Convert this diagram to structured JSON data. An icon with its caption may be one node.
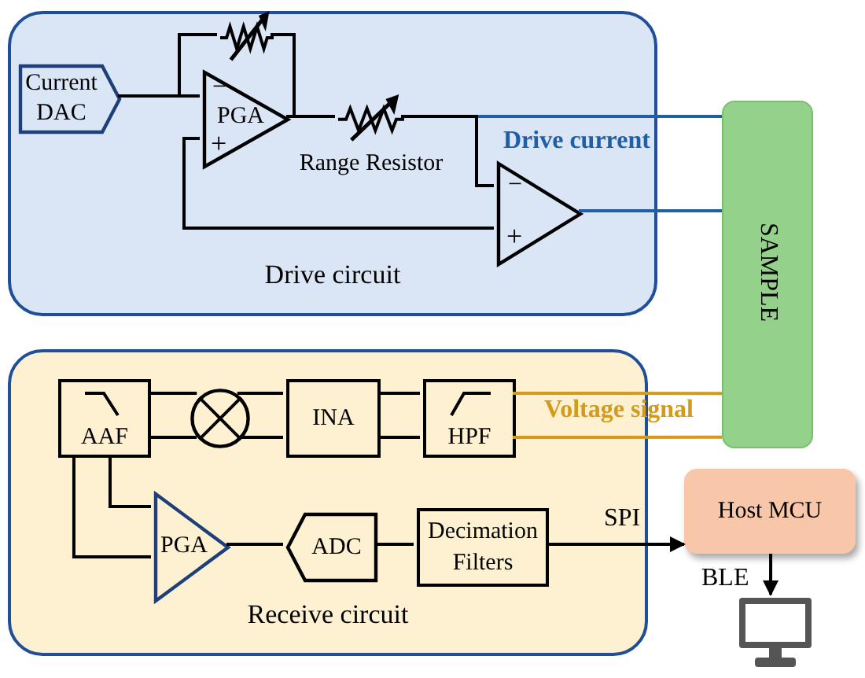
{
  "diagram": {
    "nodes": [
      {
        "text": [
          "Drive circuit"
        ]
      },
      {
        "text": [
          "Current DAC"
        ],
        "in": 0
      },
      {
        "text": [
          "−",
          "PGA",
          "+"
        ],
        "in": 0
      },
      {
        "text": [],
        "shape": "resistor",
        "in": 0
      },
      {
        "text": [],
        "shape": "resistor",
        "in": 0,
        "beside": [
          "Range Resistor"
        ]
      },
      {
        "text": [
          "−",
          "+"
        ],
        "in": 0
      },
      {
        "text": [
          "SAMPLE"
        ]
      },
      {
        "text": [
          "Receive circuit"
        ]
      },
      {
        "text": [
          "AAF"
        ],
        "in": 7
      },
      {
        "text": [],
        "shape": "circle",
        "in": 7
      },
      {
        "text": [
          "INA"
        ],
        "in": 7
      },
      {
        "text": [
          "HPF"
        ],
        "in": 7
      },
      {
        "text": [
          "PGA"
        ],
        "in": 7
      },
      {
        "text": [
          "ADC"
        ],
        "in": 7
      },
      {
        "text": [
          "Decimation Filters"
        ],
        "in": 7
      },
      {
        "text": [
          "Host MCU"
        ]
      },
      {
        "text": [],
        "shape": "monitor"
      }
    ],
    "edges": [
      {
        "from": 1,
        "to": 2,
        "arrow": "none"
      },
      {
        "from": 2,
        "to": 3,
        "arrow": "none"
      },
      {
        "from": 3,
        "to": 2,
        "arrow": "none"
      },
      {
        "from": 2,
        "to": 4,
        "arrow": "none"
      },
      {
        "from": 4,
        "to": 5,
        "arrow": "none"
      },
      {
        "from": 2,
        "to": 5,
        "arrow": "none"
      },
      {
        "from": 4,
        "to": 6,
        "arrow": "none",
        "label": "Drive current",
        "color": "#1f5fa8"
      },
      {
        "from": 5,
        "to": 6,
        "arrow": "none",
        "color": "#1f5fa8"
      },
      {
        "from": 8,
        "to": 9,
        "arrow": "none"
      },
      {
        "from": 8,
        "to": 9,
        "arrow": "none"
      },
      {
        "from": 9,
        "to": 10,
        "arrow": "none"
      },
      {
        "from": 9,
        "to": 10,
        "arrow": "none"
      },
      {
        "from": 10,
        "to": 11,
        "arrow": "none"
      },
      {
        "from": 10,
        "to": 11,
        "arrow": "none"
      },
      {
        "from": 11,
        "to": 6,
        "arrow": "none",
        "label": "Voltage signal",
        "color": "#d49a1a"
      },
      {
        "from": 11,
        "to": 6,
        "arrow": "none",
        "color": "#d49a1a"
      },
      {
        "from": 8,
        "to": 12,
        "arrow": "none"
      },
      {
        "from": 8,
        "to": 12,
        "arrow": "none"
      },
      {
        "from": 12,
        "to": 13,
        "arrow": "none"
      },
      {
        "from": 13,
        "to": 14,
        "arrow": "none"
      },
      {
        "from": 14,
        "to": 15,
        "arrow": "to",
        "label": "SPI"
      },
      {
        "from": 15,
        "to": 16,
        "arrow": "to",
        "label": "BLE"
      }
    ]
  }
}
